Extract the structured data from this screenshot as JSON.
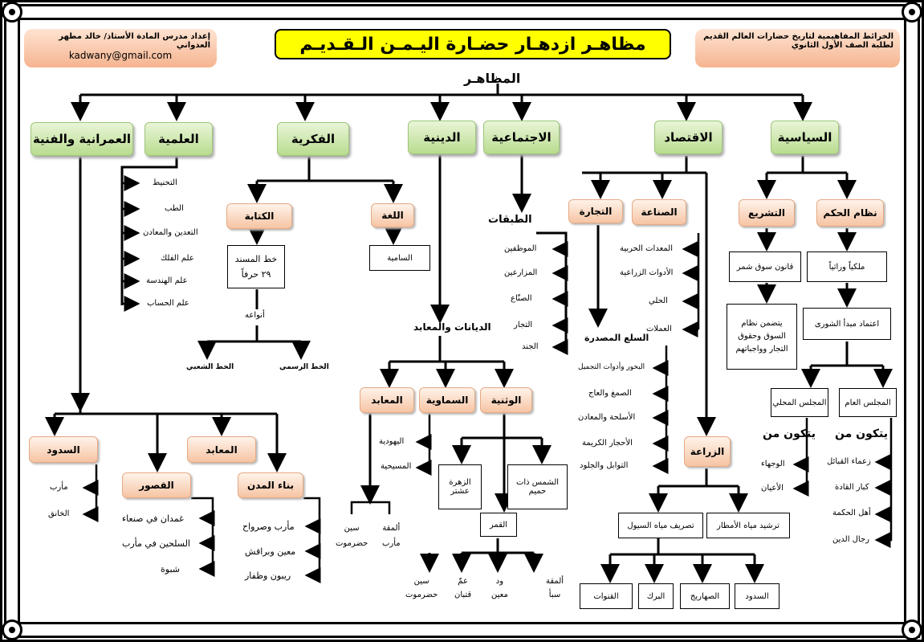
{
  "title": "مظاهـر ازدهـار حضـارة اليـمـن الـقـديـم",
  "header_left": {
    "line1": "إعداد مدرس المادة الأستاذ/ خالد مطهر العدواني",
    "email": "kadwany@gmail.com"
  },
  "header_right": {
    "line1": "الخرائط المفاهيمية لتاريخ حضارات العالم القديم",
    "line2": "لطلبة الصف الأول الثانوي"
  },
  "root": "المظاهـر",
  "categories": {
    "political": "السياسية",
    "economy": "الاقتصاد",
    "social": "الاجتماعية",
    "religious": "الدينية",
    "intellectual": "الفكرية",
    "scientific": "العلمية",
    "architecture": "العمرانية والفنية"
  },
  "political": {
    "governance": "نظام الحكم",
    "legislation": "التشريع",
    "kings": "ملكياً وراثياً",
    "shura": "اعتماد مبدأ الشورى",
    "market_law": "قانون سوق شمر",
    "market_law_desc": "يتضمن نظام السوق وحقوق التجار وواجباتهم",
    "general_council": "المجلس العام",
    "local_council": "المجلس المحلي",
    "consists_of": "يتكون من",
    "general_members": [
      "زعماء القبائل",
      "كبار القادة",
      "أهل الحكمة",
      "رجال الدين"
    ],
    "local_members": [
      "الوجهاء",
      "الأعيان"
    ]
  },
  "economy": {
    "industry": "الصناعة",
    "trade": "التجارة",
    "agriculture": "الزراعة",
    "industry_items": [
      "المعدات الحربية",
      "الأدوات الزراعية",
      "الحلي",
      "العملات"
    ],
    "exports_title": "السلع المصدرة",
    "exports": [
      "البخور وأدوات التجميل",
      "الصمغ والعاج",
      "الأسلحة والمعادن",
      "الأحجار الكريمة",
      "التوابل والجلود"
    ],
    "rain": "ترشيد مياه الأمطار",
    "floods": "تصريف مياه السيول",
    "water_items": [
      "السدود",
      "الصهاريج",
      "البرك",
      "القنوات"
    ]
  },
  "social": {
    "classes": "الطبقات",
    "class_items": [
      "الموظفين",
      "المزارعين",
      "الصنّاع",
      "التجار",
      "الجند"
    ]
  },
  "religious": {
    "heading": "الديانات والمعابد",
    "pagan": "الوثنية",
    "heavenly": "السماوية",
    "temples": "المعابد",
    "sun": "الشمس ذات حميم",
    "zuhra": "الزهرة عشتر",
    "moon": "القمر",
    "moon_names": [
      [
        "ألمقة",
        "سبأ"
      ],
      [
        "ود",
        "معين"
      ],
      [
        "عمّ",
        "قتبان"
      ],
      [
        "سين",
        "حضرموت"
      ]
    ],
    "heavenly_items": [
      "اليهودية",
      "المسيحية"
    ],
    "temple_items": [
      [
        "ألمقة",
        "مأرب"
      ],
      [
        "سين",
        "حضرموت"
      ]
    ]
  },
  "intellectual": {
    "language": "اللغة",
    "writing": "الكتابة",
    "semitic": "السامية",
    "musnad": "خط المسند",
    "letters": "٢٩ حرفاً",
    "types": "أنواعه",
    "official": "الخط الرسمي",
    "popular": "الخط الشعبي"
  },
  "scientific": {
    "items": [
      "التحنيط",
      "الطب",
      "التعدين والمعادن",
      "علم الفلك",
      "علم الهندسة",
      "علم الحساب"
    ]
  },
  "architecture": {
    "dams": "السدود",
    "temples": "المعابد",
    "palaces": "القصور",
    "cities": "بناء المدن",
    "dam_items": [
      "مأرب",
      "الخانق"
    ],
    "palace_items": [
      "غمدان في صنعاء",
      "السلحين في مأرب",
      "شبوة"
    ],
    "city_items": [
      "مأرب وصرواح",
      "معين وبراقش",
      "ريبون وظفار"
    ]
  }
}
